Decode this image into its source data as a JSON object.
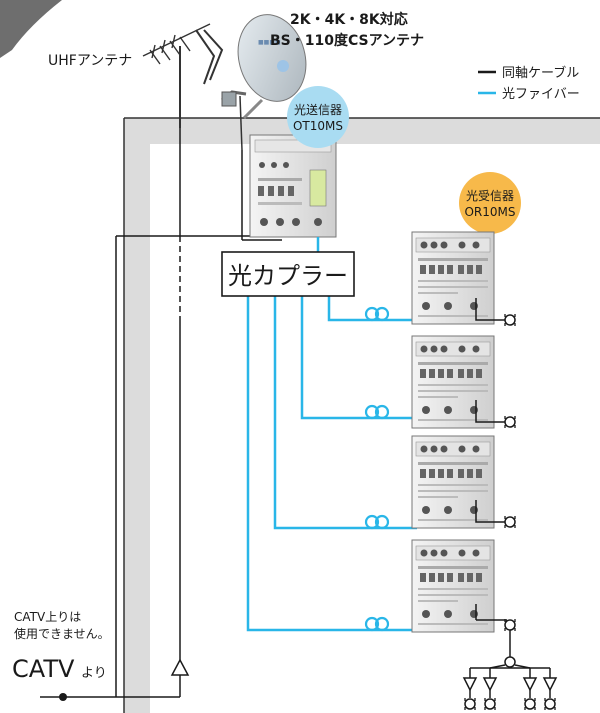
{
  "antennas": {
    "uhf_label": "UHFアンテナ",
    "bs_line1": "2K・4K・8K対応",
    "bs_line2": "BS・110度CSアンテナ"
  },
  "legend": {
    "coax": "同軸ケーブル",
    "fiber": "光ファイバー"
  },
  "transmitter": {
    "line1": "光送信器",
    "line2": "OT10MS"
  },
  "receiver": {
    "line1": "光受信器",
    "line2": "OR10MS"
  },
  "coupler": {
    "label": "光カプラー"
  },
  "catv": {
    "note_line1": "CATV上りは",
    "note_line2": "使用できません。",
    "big": "CATV",
    "suffix": "より"
  },
  "colors": {
    "fiber": "#29b6e8",
    "coax": "#1a1a1a",
    "transmitter_bubble": "#a9dcf2",
    "receiver_bubble": "#f7b94a",
    "wall_gray": "#dcdcdc"
  }
}
